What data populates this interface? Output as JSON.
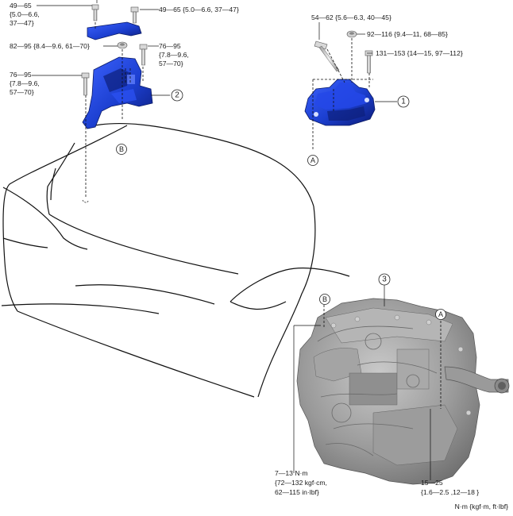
{
  "torques": {
    "mount2_top_bolt": [
      "49—65",
      "{5.0—6.6,",
      "37—47}"
    ],
    "mount2_bracket_bolt": "49—65 {5.0—6.6, 37—47}",
    "mount2_nut": "82—95 {8.4—9.6, 61—70}",
    "mount2_right_bolt": [
      "76—95",
      "{7.8—9.6,",
      "57—70}"
    ],
    "mount2_left_bolt": [
      "76—95",
      "{7.8—9.6,",
      "57—70}"
    ],
    "mount1_left_bolt": "54—62 {5.6—6.3, 40—45}",
    "mount1_nut": "92—116 {9.4—11, 68—85}",
    "mount1_right_bolt": "131—153 {14—15, 97—112}",
    "engine_left_bolt": [
      "7—13 N·m",
      "{72—132 kgf·cm,",
      "62—115 in·lbf}"
    ],
    "engine_right_bolt": [
      "15—25",
      "{1.6—2.5 ,12—18 }"
    ]
  },
  "callouts": {
    "c1": "1",
    "c2": "2",
    "c3": "3"
  },
  "refs": {
    "a": "A",
    "b": "B"
  },
  "units": "N·m {kgf·m, ft·lbf}",
  "colors": {
    "mount_blue": "#1c3fd0",
    "mount_dark": "#0d1f7a",
    "engine_gray": "#8d8d8d",
    "line": "#111111"
  }
}
